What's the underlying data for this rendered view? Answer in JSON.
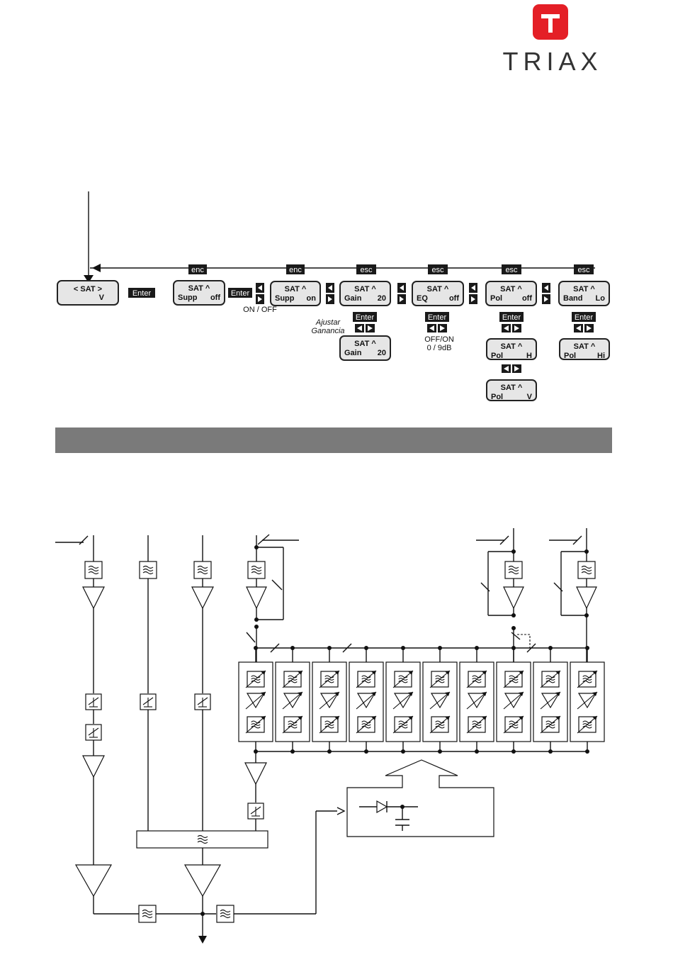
{
  "brand": {
    "name": "TRIAX",
    "brand_color": "#e41f26"
  },
  "menu_diagram": {
    "screens": [
      {
        "id": "s-main",
        "line1": "< SAT >",
        "line2": "V"
      },
      {
        "id": "s-supp-off",
        "line1": "SAT ^",
        "line2a": "Supp",
        "line2b": "off"
      },
      {
        "id": "s-supp-on",
        "line1": "SAT ^",
        "line2a": "Supp",
        "line2b": "on"
      },
      {
        "id": "s-gain",
        "line1": "SAT ^",
        "line2a": "Gain",
        "line2b": "20"
      },
      {
        "id": "s-gain-adj",
        "line1": "SAT ^",
        "line2a": "Gain",
        "line2b": "20"
      },
      {
        "id": "s-eq",
        "line1": "SAT ^",
        "line2a": "EQ",
        "line2b": "off"
      },
      {
        "id": "s-pol",
        "line1": "SAT ^",
        "line2a": "Pol",
        "line2b": "off"
      },
      {
        "id": "s-pol-h",
        "line1": "SAT ^",
        "line2a": "Pol",
        "line2b": "H"
      },
      {
        "id": "s-pol-v",
        "line1": "SAT ^",
        "line2a": "Pol",
        "line2b": "V"
      },
      {
        "id": "s-band",
        "line1": "SAT ^",
        "line2a": "Band",
        "line2b": "Lo"
      },
      {
        "id": "s-band-hi",
        "line1": "SAT ^",
        "line2a": "Pol",
        "line2b": "Hi"
      }
    ],
    "buttons": {
      "enter": "Enter",
      "esc": "esc",
      "enc": "enc"
    },
    "notes": {
      "on_off": "ON / OFF",
      "adjust_gain_1": "Ajustar",
      "adjust_gain_2": "Ganancia",
      "eq_1": "OFF/ON",
      "eq_2": "0  /  9dB"
    }
  },
  "section_bar": {
    "color": "#7a7a7a"
  },
  "icons": {
    "filter": "bandpass-filter-icon",
    "amplifier": "amplifier-triangle-icon",
    "attenuator": "attenuator-icon",
    "switch": "switch-icon",
    "diode": "diode-detector-icon",
    "capacitor": "capacitor-icon",
    "arrow_up": "hollow-up-arrow-icon",
    "output": "output-arrow-icon"
  },
  "block_diagram": {
    "channel_module_count": 10
  }
}
